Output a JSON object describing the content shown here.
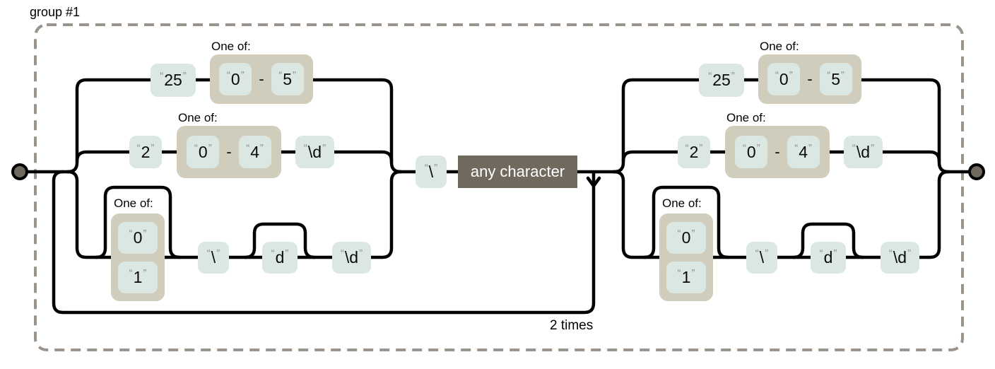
{
  "group": {
    "label": "group #1"
  },
  "repeat": {
    "label": "2 times"
  },
  "labels": {
    "one_of": "One of:",
    "range_dash": "-",
    "open_quote": "“",
    "close_quote": "”"
  },
  "nodes": {
    "literal_25": "25",
    "range_0_5_from": "0",
    "range_0_5_to": "5",
    "literal_2": "2",
    "range_0_4_from": "0",
    "range_0_4_to": "4",
    "digit_escape": "\\d",
    "charset_zero": "0",
    "charset_one": "1",
    "backslash": "\\",
    "literal_d": "d",
    "any_character": "any character"
  },
  "colors": {
    "literal_box": "#dbe7e3",
    "charclass_box": "#d1cdbc",
    "any_character_box": "#6f695e",
    "terminal_fill": "#6f695e",
    "line": "#000000",
    "group_border": "#9a948c",
    "quote_gray": "#8f8f8f"
  }
}
